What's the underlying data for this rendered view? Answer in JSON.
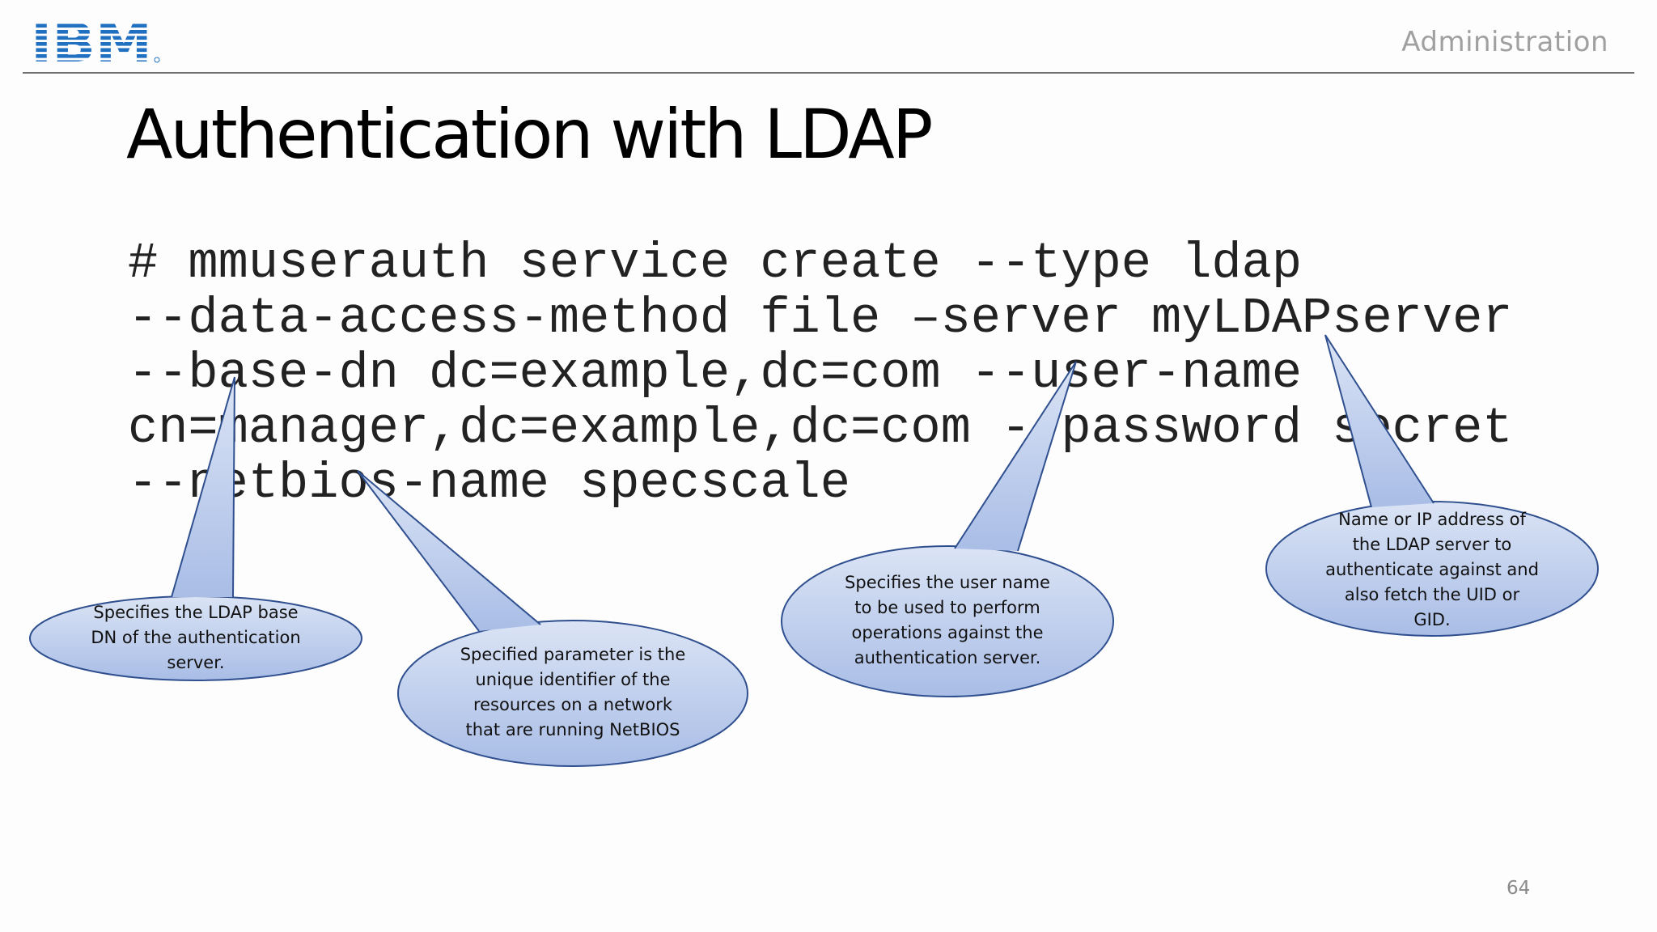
{
  "header": {
    "logo_text": "IBM",
    "section": "Administration"
  },
  "slide": {
    "title": "Authentication with LDAP",
    "page_number": "64"
  },
  "command": {
    "lines": [
      "# mmuserauth service create --type ldap",
      "--data-access-method file –server myLDAPserver",
      "--base-dn dc=example,dc=com --user-name",
      "cn=manager,dc=example,dc=com --password secret",
      "--netbios-name specscale"
    ]
  },
  "callouts": {
    "base_dn": {
      "lines": [
        "Specifies the LDAP base",
        "DN of the authentication",
        "server."
      ]
    },
    "netbios": {
      "lines": [
        "Specified parameter is the",
        "unique identifier of the",
        "resources on a network",
        "that are running NetBIOS"
      ]
    },
    "user_name": {
      "lines": [
        "Specifies the user name",
        "to be used to perform",
        "operations against the",
        "authentication server."
      ]
    },
    "server": {
      "lines": [
        "Name or IP address of",
        "the LDAP server to",
        "authenticate against and",
        "also fetch the UID or",
        "GID."
      ]
    }
  },
  "colors": {
    "logo_blue": "#1f70c1",
    "callout_fill_light": "#dbe4f5",
    "callout_fill_dark": "#a9bde6",
    "callout_stroke": "#2f4f8f",
    "rule": "#6f6f6f"
  }
}
